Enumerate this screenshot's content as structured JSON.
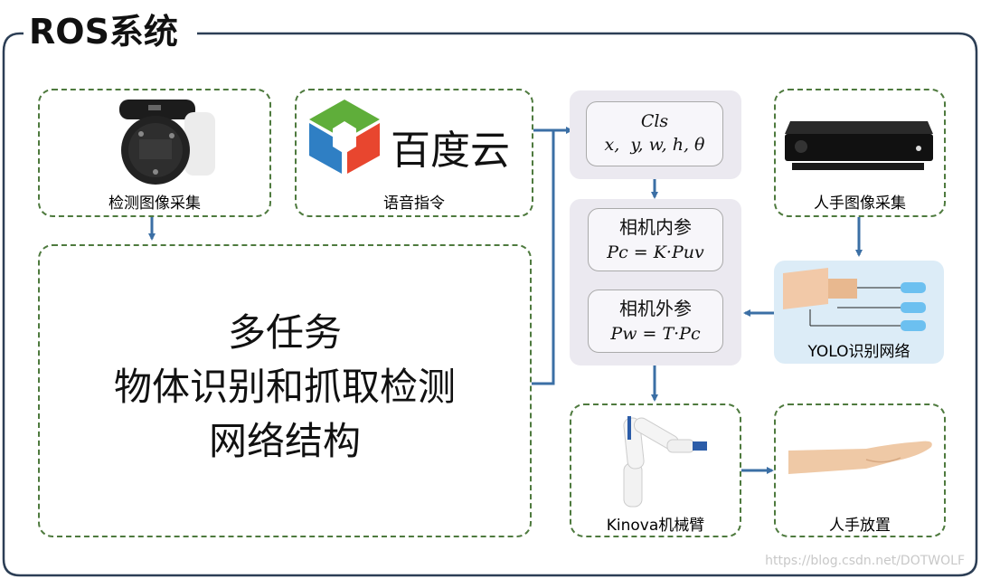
{
  "frame": {
    "title": "ROS系统"
  },
  "nodes": {
    "detect_capture": {
      "label": "检测图像采集"
    },
    "baidu_cloud": {
      "brand": "百度云",
      "label": "语音指令"
    },
    "network": {
      "line1": "多任务",
      "line2": "物体识别和抓取检测",
      "line3": "网络结构"
    },
    "output_vector": {
      "line1": "Cls",
      "line2": "x,  y, w, h, θ"
    },
    "intrinsic": {
      "title": "相机内参",
      "formula": "Pc = K·Puv"
    },
    "extrinsic": {
      "title": "相机外参",
      "formula": "Pw = T·Pc"
    },
    "hand_capture": {
      "label": "人手图像采集"
    },
    "yolo": {
      "label": "YOLO识别网络"
    },
    "kinova": {
      "label": "Kinova机械臂"
    },
    "place": {
      "label": "人手放置"
    }
  },
  "watermark": "https://blog.csdn.net/DOTWOLF",
  "colors": {
    "dash_border": "#4e7a3e",
    "arrow": "#3b6fa5",
    "frame": "#2c3e55",
    "panel": "#ebe9f0"
  }
}
